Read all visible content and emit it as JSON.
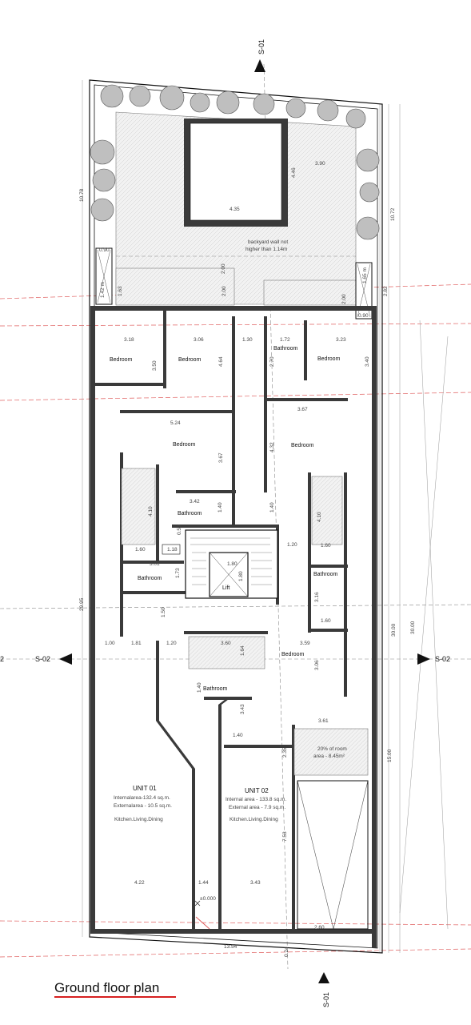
{
  "title": "Ground floor plan",
  "accent_color": "#d62020",
  "section_marks": {
    "s01_top": "S-01",
    "s01_bottom": "S-01",
    "s02_left": "S-02",
    "s02_right": "S-02",
    "s02_edge": "2"
  },
  "rooms": {
    "bedroom_1": "Bedroom",
    "bedroom_2": "Bedroom",
    "bedroom_3": "Bedroom",
    "bedroom_4": "Bedroom",
    "bedroom_5": "Bedroom",
    "bedroom_6": "Bedroom",
    "bathroom_1": "Bathroom",
    "bathroom_2": "Bathroom",
    "bathroom_3": "Bathroom",
    "bathroom_4": "Bathroom",
    "bathroom_5": "Bathroom",
    "lift": "Lift"
  },
  "notes": {
    "backyard_1": "backyard wall not",
    "backyard_2": "higher than 1.14m",
    "roof_1": "20% of room",
    "roof_2": "area - 8.45m²",
    "level": "±0.000"
  },
  "units": {
    "u1": {
      "name": "UNIT 01",
      "internal": "Internalarea-132.4 sq.m.",
      "external": "Externalarea  - 10.5 sq.m.",
      "use": "Kitchen.Living.Dining"
    },
    "u2": {
      "name": "UNIT 02",
      "internal": "Internal area - 133.8 sq.m.",
      "external": "External area - 7.9 sq.m.",
      "use": "Kitchen.Living.Dining"
    }
  },
  "dims": {
    "d_1078": "10.78",
    "d_1072": "10.72",
    "d_446": "4.46",
    "d_390": "3.90",
    "d_435": "4.35",
    "d_200a": "2.00",
    "d_200b": "2.00",
    "d_200c": "2.00",
    "d_090a": "0.90",
    "d_090b": "0.90",
    "d_142": "1.42 m",
    "d_163": "1.63",
    "d_165": "1.65 m",
    "d_282": "2.82",
    "d_318": "3.18",
    "d_306a": "3.06",
    "d_130": "1.30",
    "d_172": "1.72",
    "d_323": "3.23",
    "d_350": "3.50",
    "d_464": "4.64",
    "d_270": "2.70",
    "d_340": "3.40",
    "d_524": "5.24",
    "d_367a": "3.67",
    "d_367b": "3.67",
    "d_432": "4.32",
    "d_342": "3.42",
    "d_410a": "4.10",
    "d_410b": "4.10",
    "d_140a": "1.40",
    "d_140b": "1.40",
    "d_140c": "1.40",
    "d_140d": "1.40",
    "d_050": "0.50",
    "d_160a": "1.60",
    "d_160b": "1.60",
    "d_160c": "1.60",
    "d_118": "1.18",
    "d_120a": "1.20",
    "d_120b": "1.20",
    "d_301": "3.01",
    "d_173": "1.73",
    "d_180a": "1.80",
    "d_180b": "1.80",
    "d_316": "3.16",
    "d_150": "1.50",
    "d_2995": "29.95",
    "d_3000a": "30.00",
    "d_3000b": "30.00",
    "d_100": "1.00",
    "d_181": "1.81",
    "d_360": "3.60",
    "d_359": "3.59",
    "d_164": "1.64",
    "d_306b": "3.06",
    "d_343a": "3.43",
    "d_343b": "3.43",
    "d_361": "3.61",
    "d_235": "2.35",
    "d_1500": "15.00",
    "d_753": "7.53",
    "d_422": "4.22",
    "d_144": "1.44",
    "d_260": "2.60",
    "d_1354": "13.54",
    "d_024": "0.24"
  }
}
